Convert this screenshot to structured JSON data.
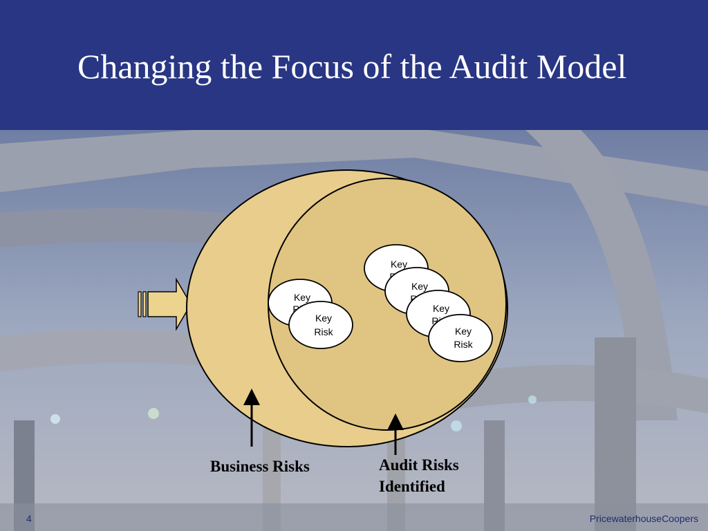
{
  "slide": {
    "title": "Changing the Focus of the Audit Model",
    "page_number": "4",
    "brand": "PricewaterhouseCoopers"
  },
  "diagram": {
    "key_risk_label_line1": "Key",
    "key_risk_label_line2": "Risk",
    "left_group_count": 2,
    "right_group_count": 4,
    "label_business": "Business Risks",
    "label_audit_line1": "Audit Risks",
    "label_audit_line2": "Identified",
    "colors": {
      "circle_fill": "#e8cd8c",
      "inner_circle_fill": "#e0c482",
      "arrow_fill": "#ecd48e",
      "header": "#283684",
      "footer_text": "#1f2d6e"
    }
  }
}
